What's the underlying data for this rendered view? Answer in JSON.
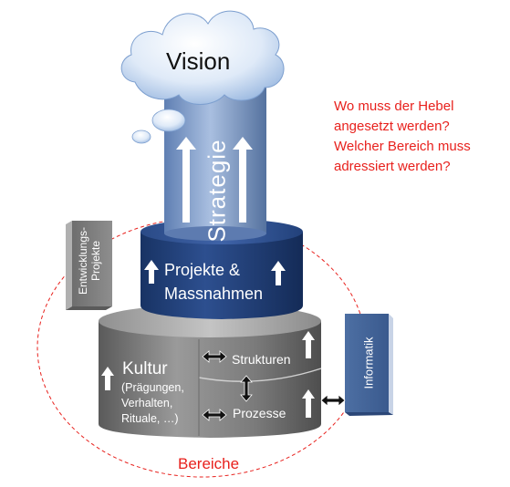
{
  "diagram": {
    "vision": "Vision",
    "strategie": "Strategie",
    "projekte": [
      "Projekte &",
      "Massnahmen"
    ],
    "kultur_title": "Kultur",
    "kultur_details": [
      "(Prägungen,",
      "Verhalten,",
      "Rituale, …)"
    ],
    "strukturen": "Strukturen",
    "prozesse": "Prozesse",
    "entwicklungs": [
      "Entwicklungs-",
      "Projekte"
    ],
    "informatik": "Informatik",
    "bereiche": "Bereiche",
    "question": [
      "Wo muss der Hebel",
      "angesetzt werden?",
      "Welcher Bereich muss",
      "adressiert werden?"
    ]
  },
  "colors": {
    "accent_red": "#e8211d",
    "navy": "#1f3c74",
    "steel_blue": "#7f9cc8",
    "grey": "#8a8a8a"
  }
}
